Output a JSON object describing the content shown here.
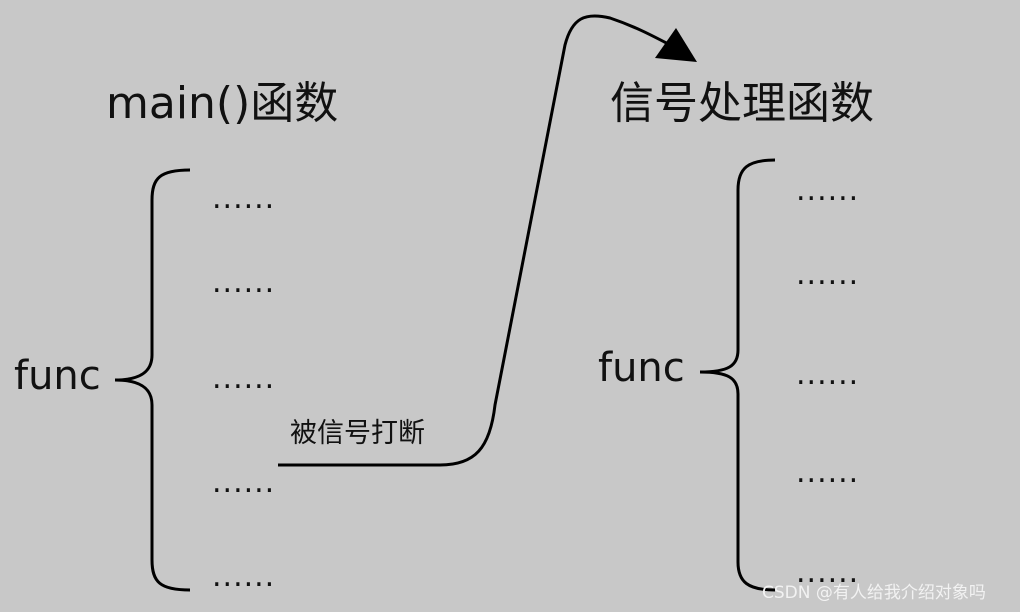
{
  "left_block": {
    "title": "main()函数",
    "func_label": "func",
    "lines": [
      "......",
      "......",
      "......",
      "......",
      "......"
    ]
  },
  "right_block": {
    "title": "信号处理函数",
    "func_label": "func",
    "lines": [
      "......",
      "......",
      "......",
      "......",
      "......"
    ]
  },
  "interrupt_label": "被信号打断",
  "watermark": "CSDN @有人给我介绍对象吗"
}
